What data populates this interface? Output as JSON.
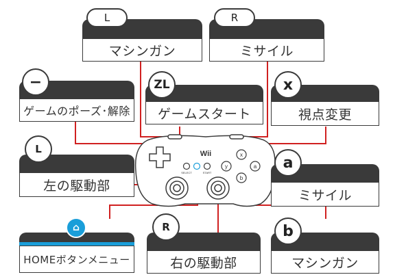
{
  "controller": {
    "logo": "Wii",
    "select_label": "SELECT",
    "start_label": "START",
    "btn_x": "x",
    "btn_y": "y",
    "btn_a": "a",
    "btn_b": "b"
  },
  "callouts": {
    "l": {
      "tag": "L",
      "label": "マシンガン"
    },
    "r": {
      "tag": "R",
      "label": "ミサイル"
    },
    "minus": {
      "tag": "−",
      "label": "ゲームのポーズ･解除"
    },
    "zl": {
      "tag": "ZL",
      "label": "ゲームスタート"
    },
    "x": {
      "tag": "x",
      "label": "視点変更"
    },
    "lstick": {
      "tag": "L",
      "label": "左の駆動部"
    },
    "a": {
      "tag": "a",
      "label": "ミサイル"
    },
    "home": {
      "label": "HOMEボタンメニュー"
    },
    "rstick": {
      "tag": "R",
      "label": "右の駆動部"
    },
    "b": {
      "tag": "b",
      "label": "マシンガン"
    }
  },
  "colors": {
    "line": "#d02020",
    "dark": "#3a3a3a",
    "home_blue": "#1a9ed9"
  }
}
